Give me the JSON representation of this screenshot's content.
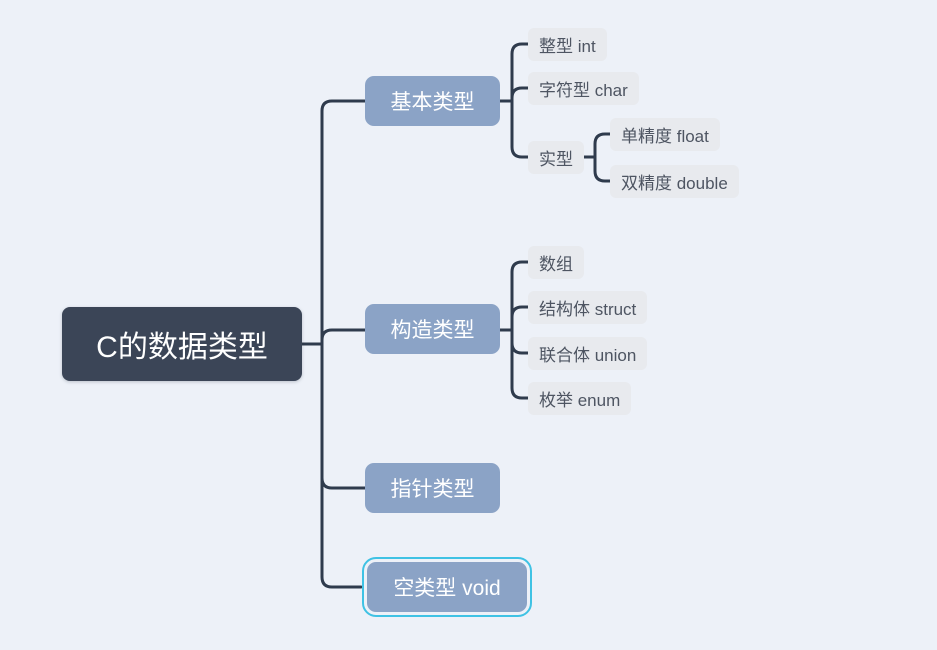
{
  "mindmap": {
    "root": {
      "label": "C的数据类型"
    },
    "branches": [
      {
        "label": "基本类型",
        "children": [
          {
            "label": "整型 int"
          },
          {
            "label": "字符型 char"
          },
          {
            "label": "实型",
            "children": [
              {
                "label": "单精度 float"
              },
              {
                "label": "双精度 double"
              }
            ]
          }
        ]
      },
      {
        "label": "构造类型",
        "children": [
          {
            "label": "数组"
          },
          {
            "label": "结构体 struct"
          },
          {
            "label": "联合体 union"
          },
          {
            "label": "枚举 enum"
          }
        ]
      },
      {
        "label": "指针类型",
        "children": []
      },
      {
        "label": "空类型 void",
        "selected": true,
        "children": []
      }
    ],
    "colors": {
      "background": "#edf1f8",
      "root_fill": "#3b4557",
      "root_text": "#ffffff",
      "branch_fill": "#8ba3c6",
      "branch_text": "#ffffff",
      "leaf_fill": "#e8eaee",
      "leaf_text": "#4e5562",
      "connector": "#2f3b4d",
      "selection": "#3fc2e4"
    }
  }
}
